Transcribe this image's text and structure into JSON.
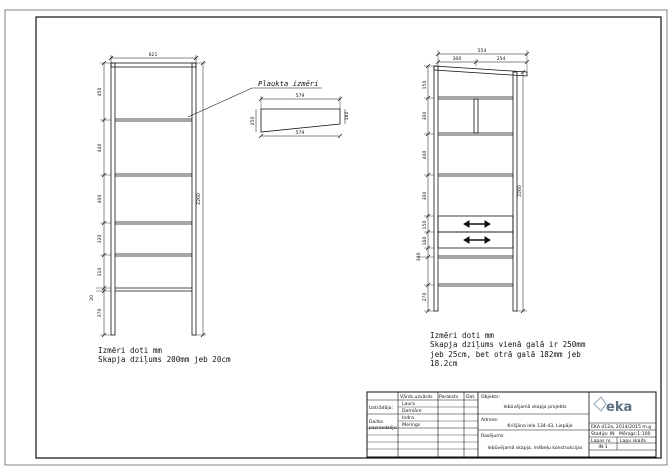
{
  "left_unit": {
    "width_label": "621",
    "height_label": "2260",
    "shelf_gaps": [
      "450",
      "440",
      "400",
      "320",
      "310",
      "20",
      "370"
    ]
  },
  "shelf_detail": {
    "label": "Plaukta izmēri",
    "top_label": "579",
    "bottom_label": "579",
    "left_label": "250",
    "right_label": "182"
  },
  "right_unit": {
    "width_label": "554",
    "left_part_label": "300",
    "right_part_label": "254",
    "height_label": "2260",
    "shelf_gaps": [
      "150",
      "300",
      "400",
      "300",
      "150",
      "160",
      "300",
      "270"
    ]
  },
  "notes": {
    "left_line1": "Izmēri doti mm",
    "left_line2": "Skapja dziļums 200mm jeb 20cm",
    "right_line1": "Izmēri doti mm",
    "right_line2": "Skapja dziļums vienā galā ir 250mm",
    "right_line3": "jeb 25cm, bet otrā galā 182mm jeb",
    "right_line4": "18.2cm"
  },
  "title_block": {
    "col_name": "Vārds,uzvārds",
    "col_signature": "Paraksts",
    "col_date": "Dat.",
    "row_izstradaja": "Izstrādāja:",
    "izstradaja_name1": "Laura",
    "izstradaja_name2": "Damiāre",
    "row_darbs": "Darba",
    "row_pasniedzejs": "pasniedzējs:",
    "pasniedzejs_name1": "Indra",
    "pasniedzejs_name2": "Merings",
    "objekts_label": "Objekts:",
    "objekts_value": "Iebūvējamā skapja projekts",
    "adrese_label": "Adrese:",
    "adrese_value": "Krišjāņa iela 134-43, Liepāja",
    "rasejums_label": "Rasējums:",
    "rasejums_value": "Iebūvējamā skapja, mēbeļu konstrukcijas",
    "logo_text": "eka",
    "group": "EKA d12a, 2014/2015 m.g",
    "stadija": "Stadija: IN",
    "merogs": "Mērogs:1:100",
    "lapas_nr": "Lapas nr.",
    "lapu_skaits": "Lapu skaits",
    "lapa": "IN-1"
  }
}
